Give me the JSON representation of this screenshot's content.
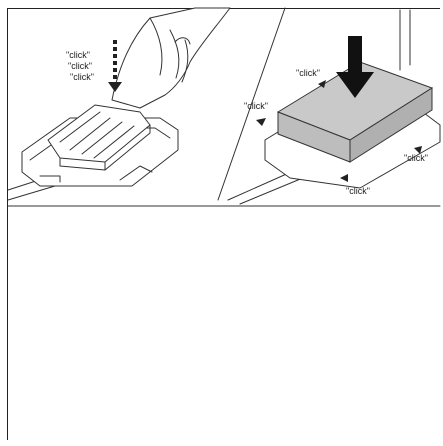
{
  "illustration": {
    "left_step": {
      "labels": [
        "\"click\"",
        "\"click\"",
        "\"click\""
      ]
    },
    "right_step": {
      "labels": [
        "\"click\"",
        "\"click\"",
        "\"click\"",
        "\"click\""
      ]
    }
  }
}
